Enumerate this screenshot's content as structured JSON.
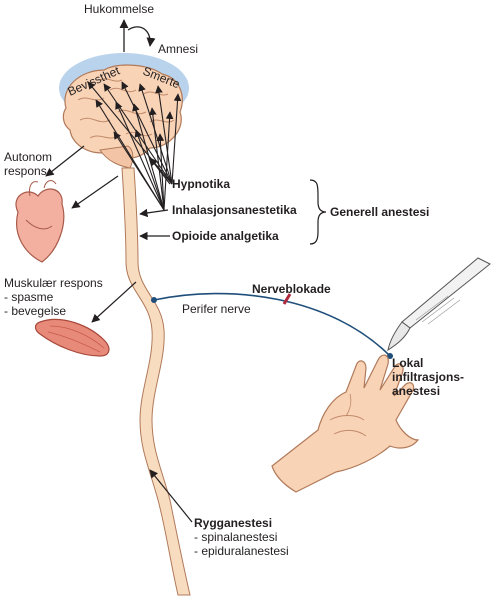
{
  "brain": {
    "label_left": "Bevissthet",
    "label_right": "Smerte",
    "halo_color": "#b9d3ec"
  },
  "top": {
    "memory": "Hukommelse",
    "amnesia": "Amnesi"
  },
  "autonomic": {
    "lines": [
      "Autonom",
      "respons"
    ]
  },
  "muscle": {
    "title": "Muskulær respons",
    "items": [
      "- spasme",
      "- bevegelse"
    ]
  },
  "drugs": {
    "hypnotics": "Hypnotika",
    "inhalational": "Inhalasjonsanestetika",
    "opioids": "Opioide analgetika",
    "group_label": "Generell anestesi"
  },
  "nerve": {
    "block_label": "Nerveblokade",
    "peripheral_label": "Perifer nerve",
    "color": "#1f4e7a",
    "block_color": "#b0283c"
  },
  "local": {
    "lines": [
      "Lokal",
      "infiltrasjons-",
      "anestesi"
    ]
  },
  "spinal": {
    "title": "Rygganestesi",
    "items": [
      "- spinalanestesi",
      "- epiduralanestesi"
    ]
  },
  "colors": {
    "skin": "#f9d3b6",
    "skin_stroke": "#b07a5a",
    "spine_fill": "#f8dcc0",
    "heart": "#f3b0a0",
    "muscle": "#e78a7a"
  }
}
